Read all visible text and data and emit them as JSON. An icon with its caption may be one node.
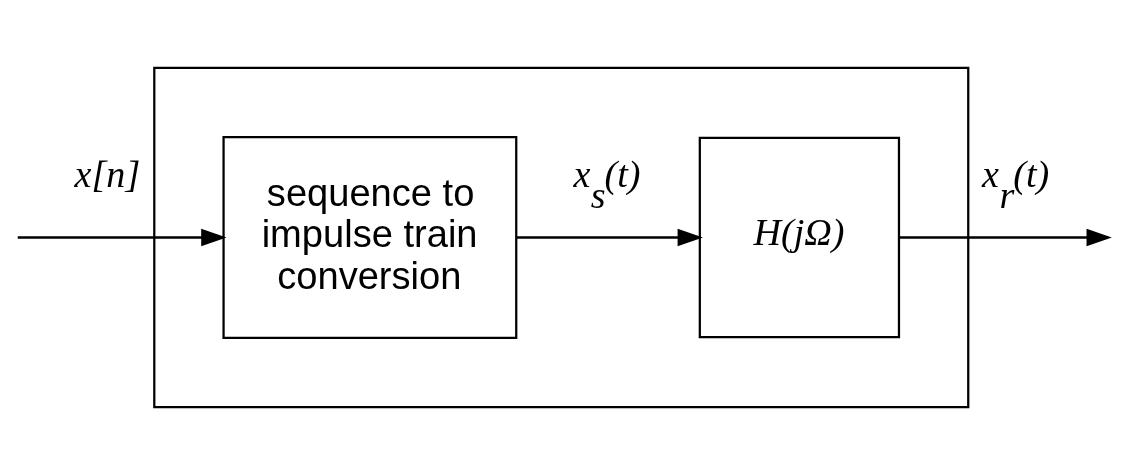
{
  "diagram": {
    "nodes": [
      {
        "text": [],
        "shape": "box"
      },
      {
        "text": [
          "sequence to impulse train conversion"
        ],
        "in": 0
      },
      {
        "text": [
          "H(jΩ)"
        ],
        "in": 0
      }
    ],
    "edges": [
      {
        "from": null,
        "to": 1,
        "arrow": "to",
        "label": "x[n]"
      },
      {
        "from": 1,
        "to": 2,
        "arrow": "to",
        "label": "x$_{s}$(t)"
      },
      {
        "from": 2,
        "to": null,
        "arrow": "to",
        "label": "x$_{r}$(t)"
      }
    ]
  }
}
